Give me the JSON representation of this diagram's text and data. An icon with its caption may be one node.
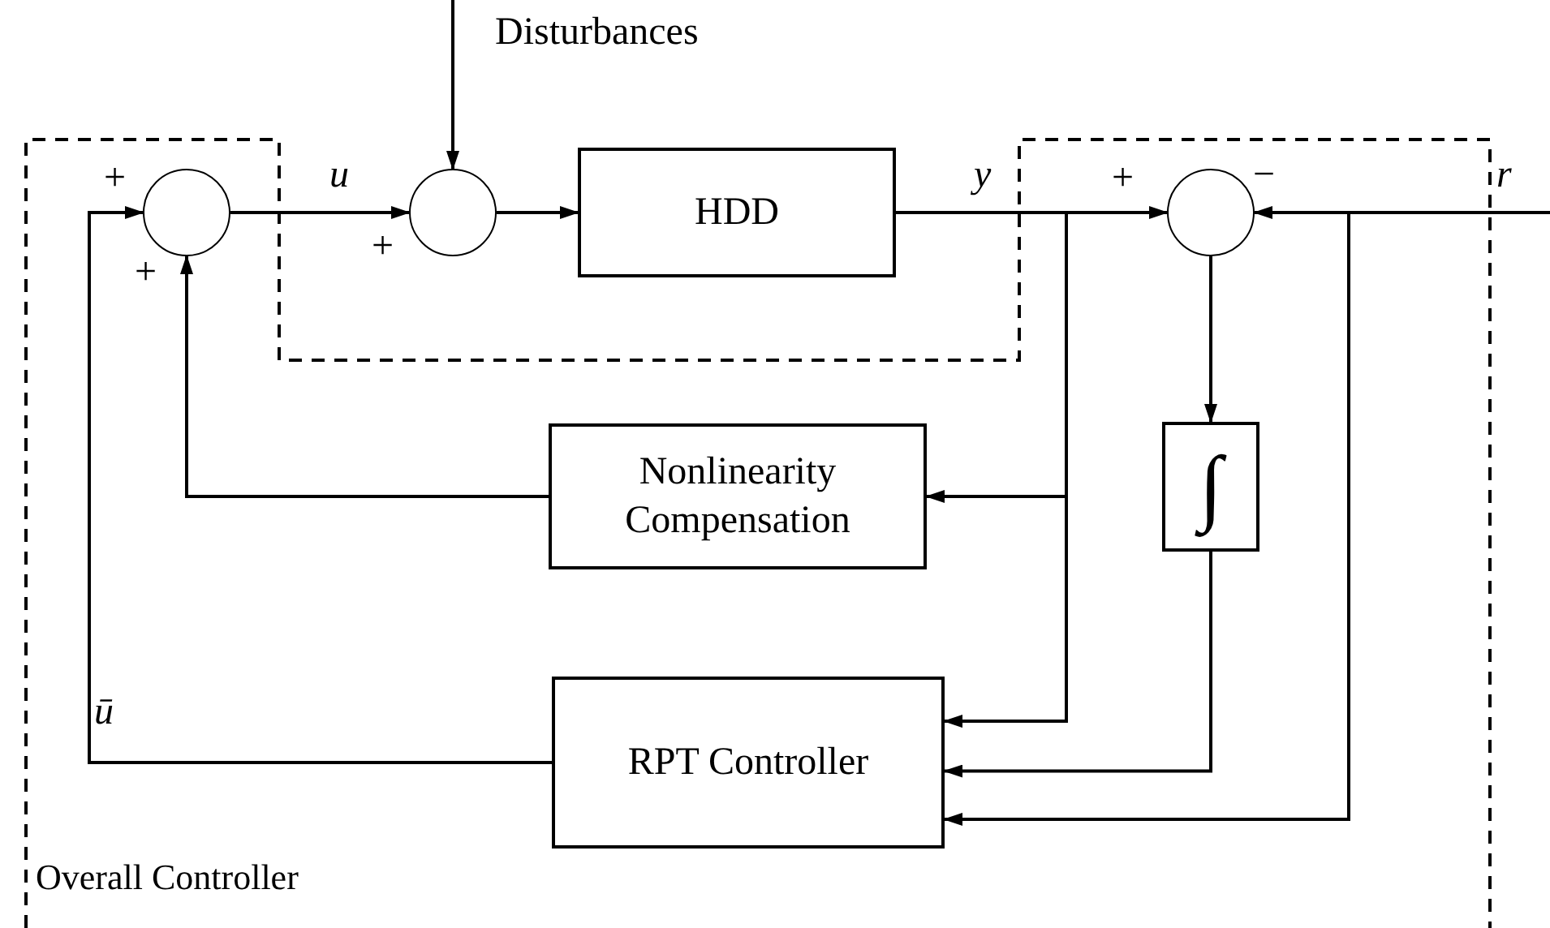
{
  "diagram": {
    "nodes": [
      {
        "text": [],
        "shape": "circle"
      },
      {
        "text": [],
        "shape": "circle"
      },
      {
        "text": [
          "HDD"
        ]
      },
      {
        "text": [],
        "shape": "circle"
      },
      {
        "text": [
          "∫"
        ]
      },
      {
        "text": [
          "Nonlinearity Compensation"
        ]
      },
      {
        "text": [
          "RPT Controller"
        ]
      }
    ],
    "edges": [
      {
        "from": null,
        "to": 1,
        "arrow": "to",
        "label": "Disturbances"
      },
      {
        "from": 0,
        "to": 1,
        "arrow": "to",
        "label": "u"
      },
      {
        "from": 1,
        "to": 2,
        "arrow": "to"
      },
      {
        "from": 2,
        "to": 3,
        "arrow": "to",
        "label": "y"
      },
      {
        "from": null,
        "to": 3,
        "arrow": "to",
        "label": "r"
      },
      {
        "from": 3,
        "to": 4,
        "arrow": "to"
      },
      {
        "from": 2,
        "to": 5,
        "arrow": "to"
      },
      {
        "from": 2,
        "to": 6,
        "arrow": "to"
      },
      {
        "from": 4,
        "to": 6,
        "arrow": "to"
      },
      {
        "from": null,
        "to": 6,
        "arrow": "to"
      },
      {
        "from": 5,
        "to": 0,
        "arrow": "to"
      },
      {
        "from": 6,
        "to": 0,
        "arrow": "to",
        "label": "ū"
      }
    ],
    "labels": [
      "+",
      "+",
      "+",
      "+",
      "−",
      "Overall Controller"
    ]
  }
}
